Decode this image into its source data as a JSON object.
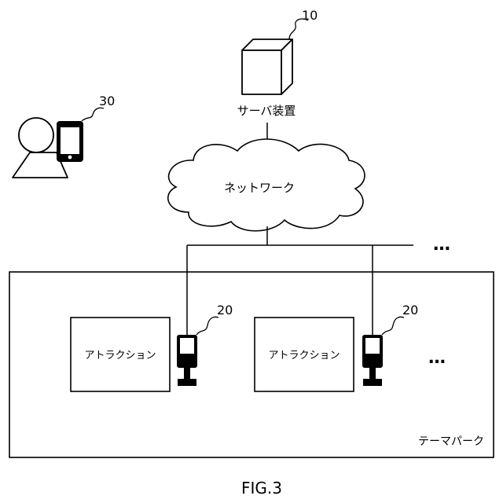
{
  "figure_label": "FIG.3",
  "server": {
    "ref": "10",
    "label": "サーバ装置"
  },
  "network": {
    "label": "ネットワーク"
  },
  "user": {
    "ref": "30"
  },
  "theme_park": {
    "label": "テーマパーク"
  },
  "attractions": [
    {
      "label": "アトラクション",
      "terminal_ref": "20"
    },
    {
      "label": "アトラクション",
      "terminal_ref": "20"
    }
  ],
  "continuation_marks": [
    "…",
    "…"
  ]
}
